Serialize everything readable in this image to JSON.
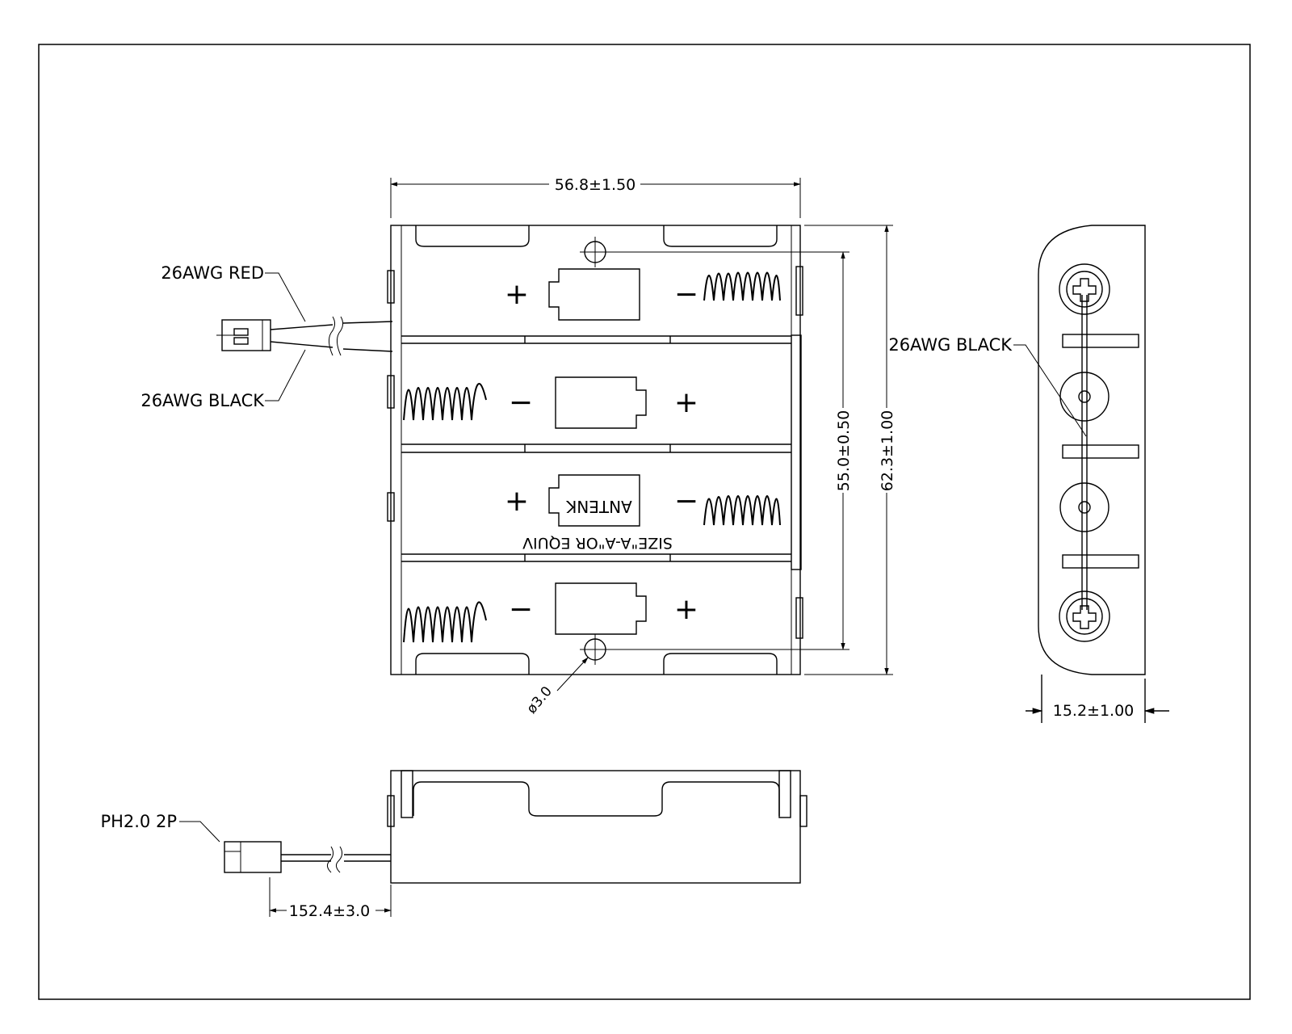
{
  "dimensions": {
    "top_width": "56.8±1.50",
    "inner_height": "55.0±0.50",
    "outer_height": "62.3±1.00",
    "hole_diameter": "ø3.0",
    "side_depth": "15.2±1.00",
    "wire_length": "152.4±3.0"
  },
  "labels": {
    "wire_red": "26AWG RED",
    "wire_black": "26AWG BLACK",
    "wire_black_side": "26AWG BLACK",
    "connector": "PH2.0 2P"
  },
  "cells": {
    "plus": "+",
    "minus": "−",
    "brand": "ANTENK",
    "size_text": "SIZE\"A-A\"OR EQUIV"
  },
  "colors": {
    "line": "#000000",
    "background": "#ffffff"
  }
}
